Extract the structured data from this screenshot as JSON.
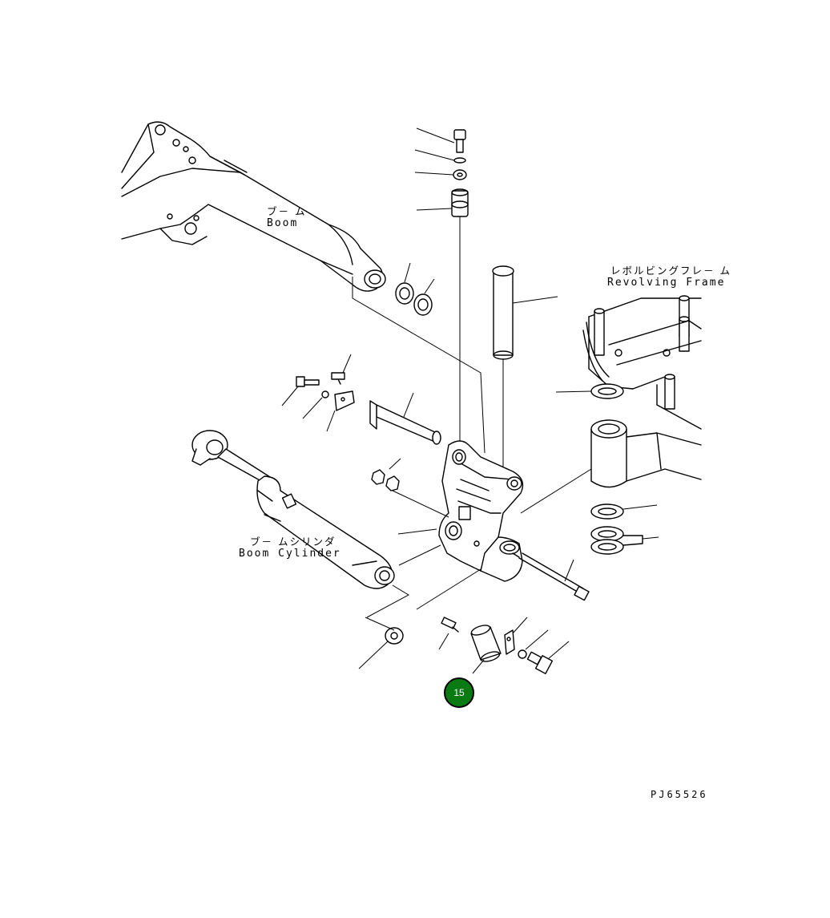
{
  "labels": {
    "boom_jp": "ブ－ ム",
    "boom_en": "Boom",
    "frame_jp": "レボルビングフレ－ ム",
    "frame_en": "Revolving Frame",
    "cylinder_jp": "ブ－ ムシリンダ",
    "cylinder_en": "Boom Cylinder"
  },
  "callout": {
    "number": "15",
    "color": "#0a7a12"
  },
  "drawing_code": "PJ65526"
}
